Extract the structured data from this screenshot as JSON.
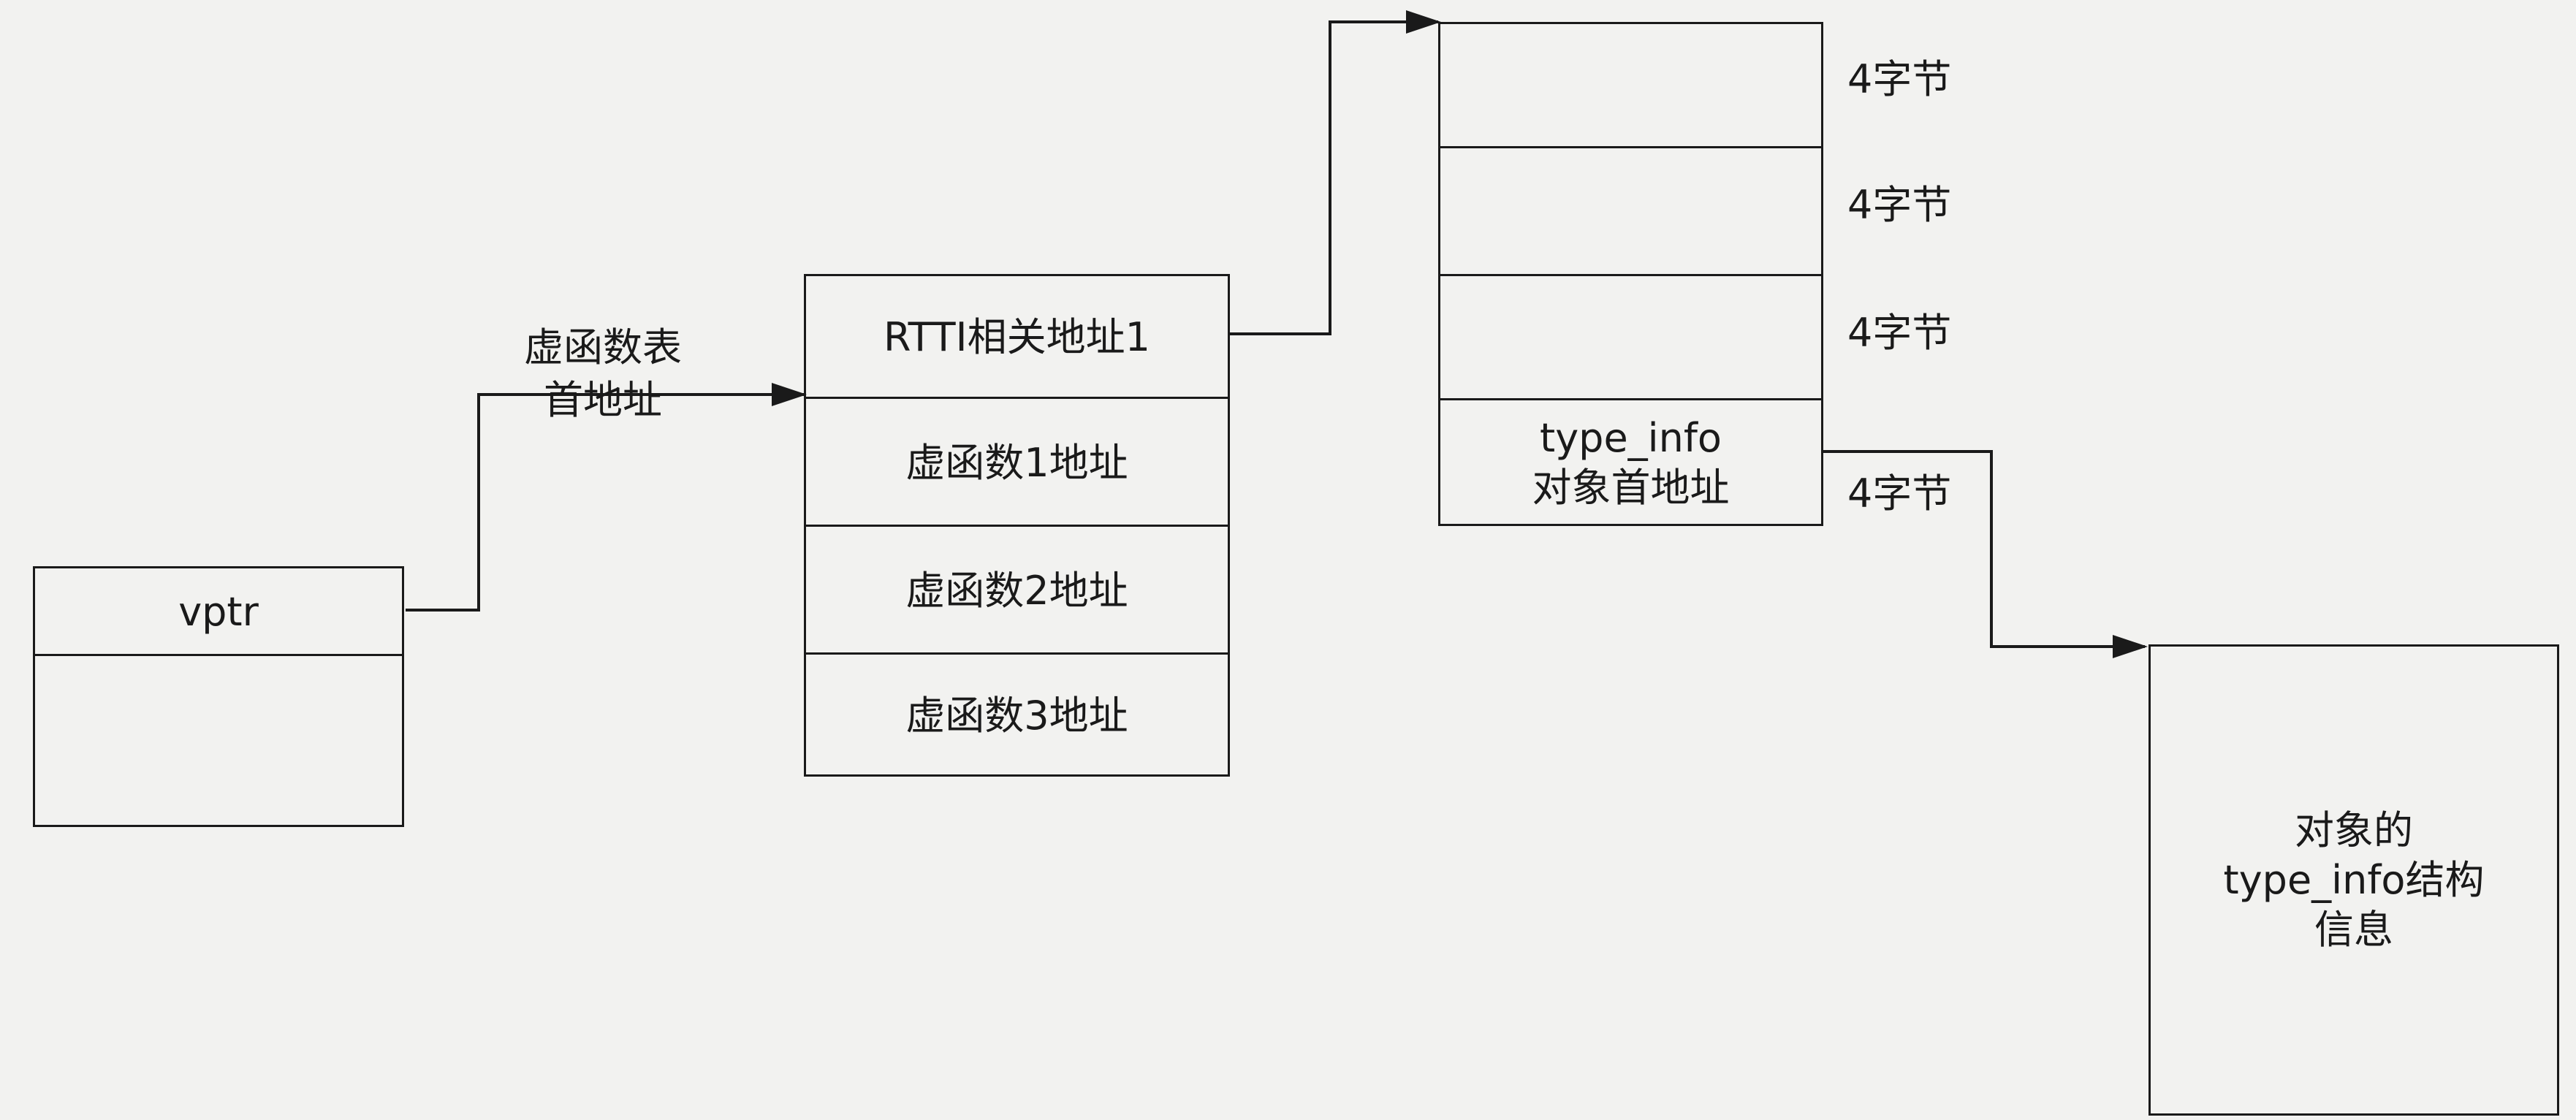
{
  "vptr_box": {
    "label": "vptr"
  },
  "vtable_pointer_label": {
    "line1": "虚函数表",
    "line2": "首地址"
  },
  "vtable": {
    "rows": [
      "RTTI相关地址1",
      "虚函数1地址",
      "虚函数2地址",
      "虚函数3地址"
    ]
  },
  "rtti_block": {
    "last_cell": {
      "line1": "type_info",
      "line2": "对象首地址"
    },
    "byte_labels": [
      "4字节",
      "4字节",
      "4字节",
      "4字节"
    ]
  },
  "type_info_box": {
    "line1": "对象的",
    "line2": "type_info结构",
    "line3": "信息"
  },
  "colors": {
    "line": "#1a1a1a",
    "background": "#f2f2f0"
  }
}
